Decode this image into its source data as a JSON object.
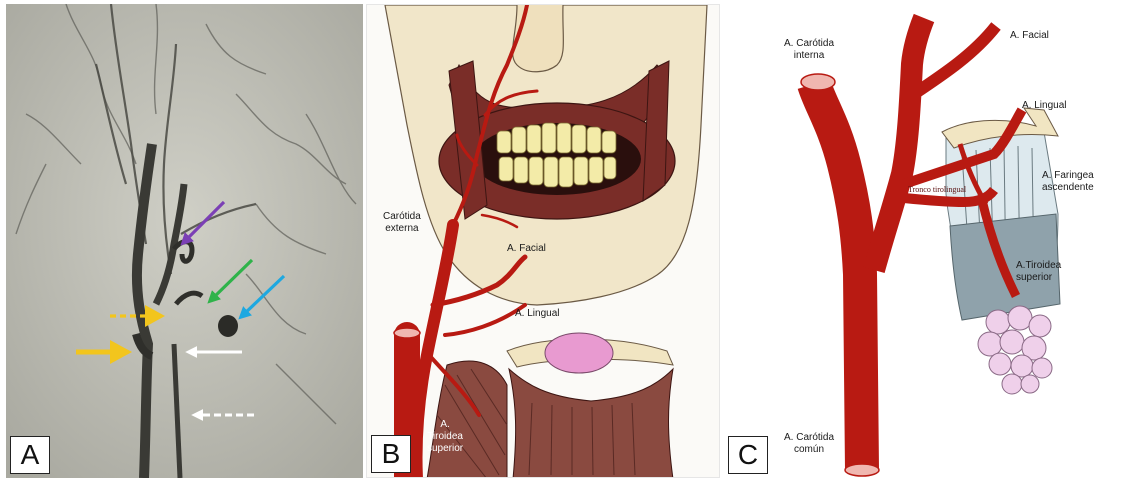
{
  "panels": [
    {
      "letter": "A"
    },
    {
      "letter": "B",
      "labels": {
        "carotida_externa": "Carótida\nexterna",
        "a_facial": "A. Facial",
        "a_lingual": "A. Lingual",
        "a_tiroidea_superior": "A.\nTiroidea\nsuperior"
      }
    },
    {
      "letter": "C",
      "labels": {
        "a_carotida_interna": "A. Carótida\ninterna",
        "a_facial": "A. Facial",
        "a_lingual": "A. Lingual",
        "a_faringea_ascendente": "A. Faringea\nascendente",
        "tronco_tirolingual": "Tronco tirolingual",
        "a_tiroidea_superior": "A.Tiroidea\nsuperior",
        "a_carotida_comun": "A. Carótida\ncomún"
      }
    }
  ],
  "arrow_colors": {
    "purple": "#7b3fb5",
    "green": "#2fb34a",
    "blue": "#1ea8e0",
    "yellow_dashed": "#f2c51d",
    "yellow": "#f2c51d",
    "white": "#ffffff",
    "white_dashed": "#ffffff"
  },
  "colors": {
    "artery": "#b81a12",
    "artery_cut": "#f0b7b0",
    "muscle": "#7a2d28",
    "teeth": "#f3eba8",
    "skin": "#f1e6c9",
    "thyroid": "#efd0ea",
    "cartilage_blue": "#dde9ee",
    "cartilage_gray": "#8fa2ab",
    "bone": "#f1e5c2"
  }
}
